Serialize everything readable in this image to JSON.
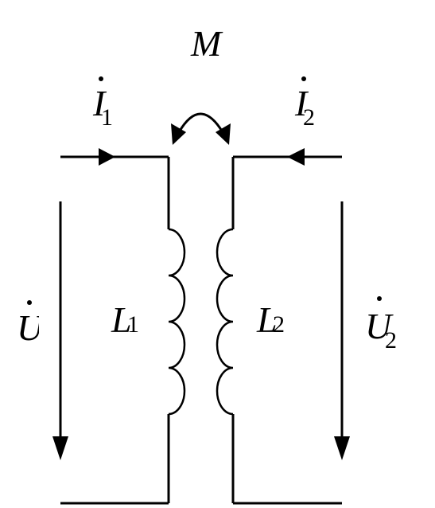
{
  "labels": {
    "mutual": "M",
    "current_left_letter": "I",
    "current_left_sub": "1",
    "current_right_letter": "I",
    "current_right_sub": "2",
    "voltage_left_letter": "U",
    "voltage_right_letter": "U",
    "voltage_right_sub": "2",
    "inductor_left_letter": "L",
    "inductor_left_sub": "1",
    "inductor_right_letter": "L",
    "inductor_right_sub": "2"
  },
  "colors": {
    "line": "#000000",
    "background": "#ffffff"
  }
}
